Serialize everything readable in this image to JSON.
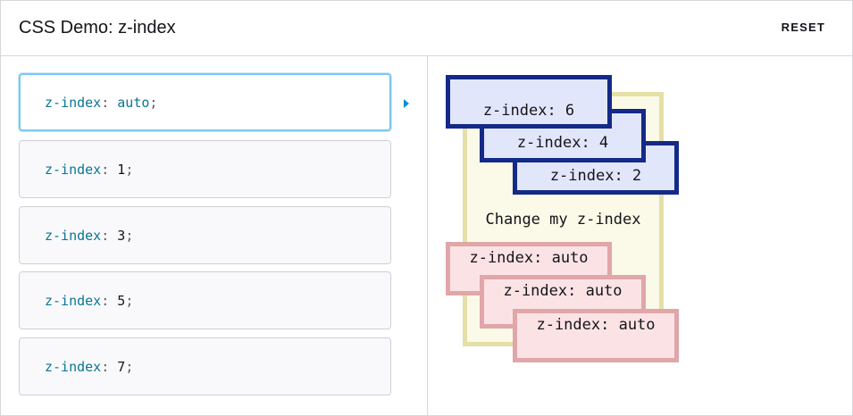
{
  "header": {
    "title": "CSS Demo: z-index",
    "reset_label": "RESET"
  },
  "choices": [
    {
      "property": "z-index",
      "separator": ":",
      "value": "auto",
      "terminator": ";",
      "selected": true
    },
    {
      "property": "z-index",
      "separator": ":",
      "value": "1",
      "terminator": ";",
      "selected": false
    },
    {
      "property": "z-index",
      "separator": ":",
      "value": "3",
      "terminator": ";",
      "selected": false
    },
    {
      "property": "z-index",
      "separator": ":",
      "value": "5",
      "terminator": ";",
      "selected": false
    },
    {
      "property": "z-index",
      "separator": ":",
      "value": "7",
      "terminator": ";",
      "selected": false
    }
  ],
  "output": {
    "target_label": "Change my z-index",
    "blue_boxes": [
      "z-index: 6",
      "z-index: 4",
      "z-index: 2"
    ],
    "pink_boxes": [
      "z-index: auto",
      "z-index: auto",
      "z-index: auto"
    ]
  },
  "colors": {
    "blue_border": "#142a88",
    "blue_fill": "#e2e6fb",
    "pink_border": "#e0a6a9",
    "pink_fill": "#fbe3e5",
    "target_border": "#e4e0a6",
    "target_fill": "#fbfae8",
    "selected_outline": "#7bc7f2",
    "code_property": "#0a7696"
  }
}
